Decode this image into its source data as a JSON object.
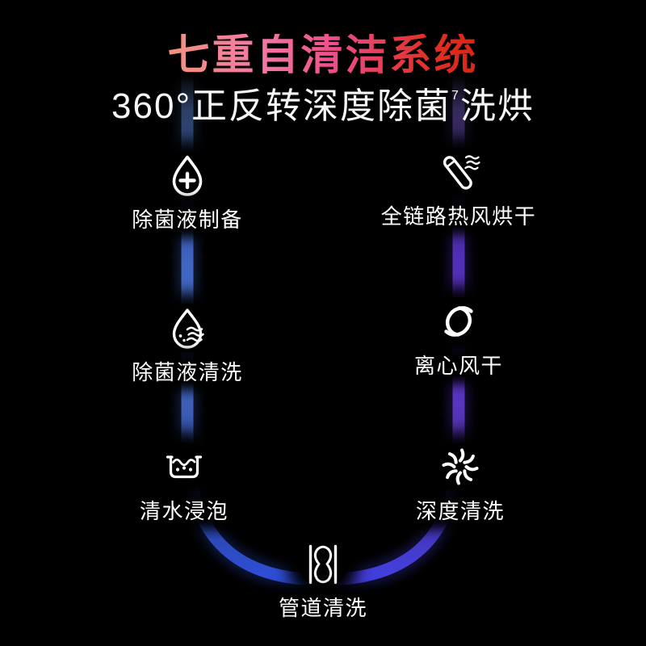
{
  "title": "七重自清洁系统",
  "subtitle": {
    "main": "360°正反转深度除菌",
    "superscript": "7",
    "suffix": "洗烘"
  },
  "steps": [
    {
      "label": "除菌液制备",
      "icon": "water-drop-plus-icon"
    },
    {
      "label": "全链路热风烘干",
      "icon": "hair-dryer-icon"
    },
    {
      "label": "除菌液清洗",
      "icon": "water-drop-waves-icon"
    },
    {
      "label": "离心风干",
      "icon": "centrifugal-wind-icon"
    },
    {
      "label": "清水浸泡",
      "icon": "soak-tank-icon"
    },
    {
      "label": "深度清洗",
      "icon": "vortex-fan-icon"
    },
    {
      "label": "管道清洗",
      "icon": "pipe-wash-icon"
    }
  ],
  "colors": {
    "background": "#000000",
    "title_gradient_start": "#f2937c",
    "title_gradient_mid": "#ee4b88",
    "title_gradient_end": "#d92413",
    "left_line_blue": "#4a74d8",
    "right_line_purple": "#6338d8",
    "bottom_curve_blue": "#3c4ae0",
    "text": "#ffffff"
  }
}
